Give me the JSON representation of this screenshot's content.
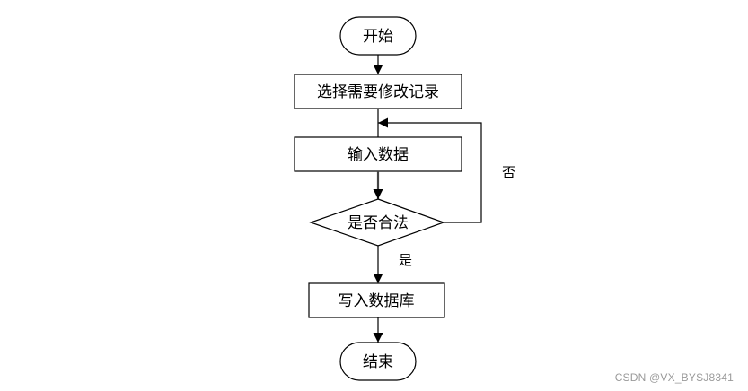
{
  "flowchart": {
    "start": "开始",
    "select_record": "选择需要修改记录",
    "input_data": "输入数据",
    "decision": "是否合法",
    "write_db": "写入数据库",
    "end": "结束",
    "label_no": "否",
    "label_yes": "是"
  },
  "watermark": "CSDN @VX_BYSJ8341",
  "colors": {
    "stroke": "#000000",
    "fill": "#ffffff",
    "text": "#000000",
    "watermark": "#9a9a9a"
  }
}
